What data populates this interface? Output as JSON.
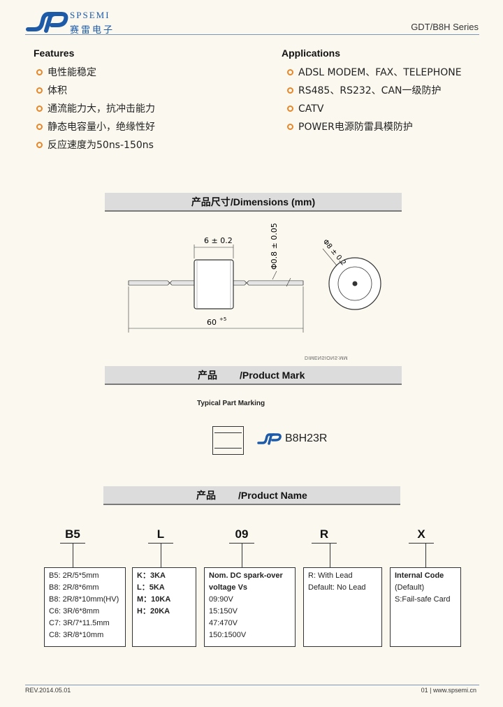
{
  "header": {
    "brand_en": "SPSEMI",
    "brand_cn": "赛雷电子",
    "series": "GDT/B8H Series",
    "brand_color": "#1d5aa8"
  },
  "features": {
    "title": "Features",
    "items": [
      "电性能稳定",
      "体积",
      "通流能力大，抗冲击能力",
      "静态电容量小，绝缘性好",
      "反应速度为50ns-150ns"
    ]
  },
  "applications": {
    "title": "Applications",
    "items": [
      "ADSL MODEM、FAX、TELEPHONE",
      "RS485、RS232、CAN一级防护",
      "CATV",
      "POWER电源防雷具模防护"
    ]
  },
  "bullet_color": "#e6872a",
  "dimensions": {
    "title_cn": "产品尺寸",
    "title_en": "/Dimensions (mm)",
    "label_body": "6 ± 0.2",
    "label_lead": "Φ0.8 ± 0.05",
    "label_dia": "Φ8 ± 0.2",
    "label_length": "60",
    "label_length_tol": "+5",
    "note": "DIMENSIONS:MM"
  },
  "product_mark": {
    "title_cn": "产品",
    "title_en": "/Product Mark",
    "caption": "Typical Part Marking",
    "code": "B8H23R"
  },
  "product_name": {
    "title_cn": "产品",
    "title_en": "/Product Name",
    "codes": [
      "B5",
      "L",
      "09",
      "R",
      "X"
    ],
    "size_box": [
      "B5:  2R/5*5mm",
      "B8:  2R/8*6mm",
      "B8:  2R/8*10mm(HV)",
      "C6:  3R/6*8mm",
      "C7:  3R/7*11.5mm",
      "C8:  3R/8*10mm"
    ],
    "current_box": [
      {
        "k": "K：",
        "v": "3KA"
      },
      {
        "k": "L：",
        "v": "5KA"
      },
      {
        "k": "M：",
        "v": "10KA"
      },
      {
        "k": "H：",
        "v": "20KA"
      }
    ],
    "voltage_box": {
      "title1": "Nom. DC spark-over",
      "title2": "voltage Vs",
      "rows": [
        "09:90V",
        "15:150V",
        "47:470V",
        "150:1500V"
      ]
    },
    "lead_box": [
      "R:  With Lead",
      "Default:  No Lead"
    ],
    "internal_box": [
      "Internal Code",
      "(Default)",
      "S:Fail-safe Card"
    ]
  },
  "footer": {
    "rev": "REV.2014.05.01",
    "page_url": "01 | www.spsemi.cn"
  }
}
